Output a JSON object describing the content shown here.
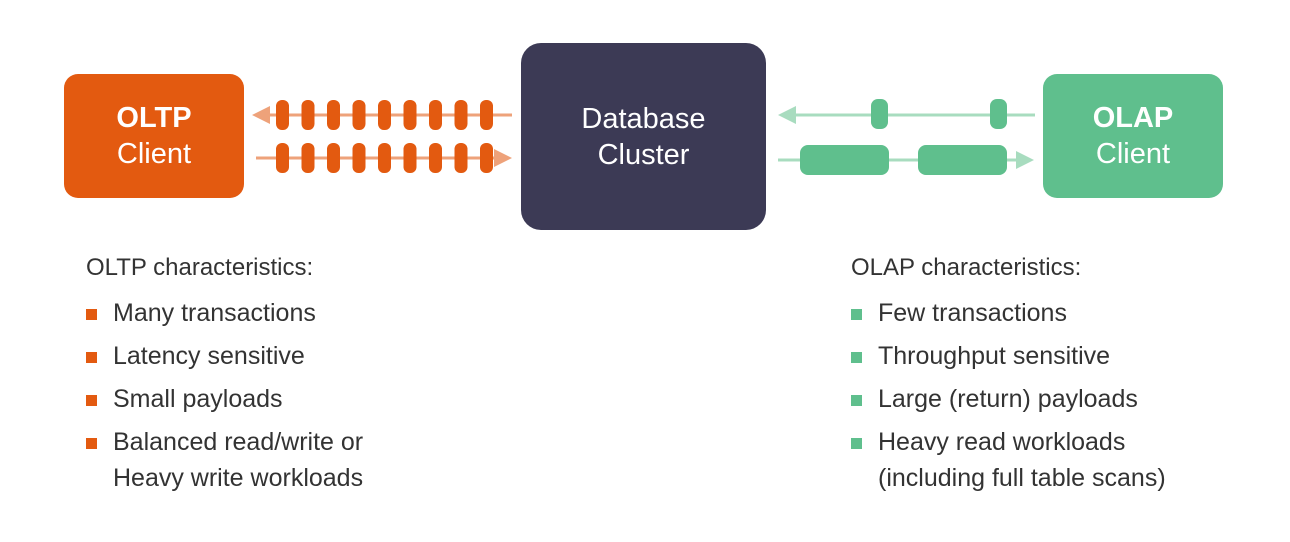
{
  "colors": {
    "oltp": "#e35a10",
    "oltp_light": "#eea27a",
    "database": "#3c3a55",
    "olap": "#5fbf8d",
    "olap_light": "#a8dcbf"
  },
  "oltp_client": {
    "label_bold": "OLTP",
    "label": "Client"
  },
  "database_cluster": {
    "line1": "Database",
    "line2": "Cluster"
  },
  "olap_client": {
    "label_bold": "OLAP",
    "label": "Client"
  },
  "oltp_characteristics": {
    "heading": "OLTP characteristics:",
    "items": [
      {
        "line1": "Many transactions",
        "line2": ""
      },
      {
        "line1": "Latency sensitive",
        "line2": ""
      },
      {
        "line1": "Small payloads",
        "line2": ""
      },
      {
        "line1": "Balanced read/write or",
        "line2": "Heavy write workloads"
      }
    ]
  },
  "olap_characteristics": {
    "heading": "OLAP characteristics:",
    "items": [
      {
        "line1": "Few transactions",
        "line2": ""
      },
      {
        "line1": "Throughput sensitive",
        "line2": ""
      },
      {
        "line1": "Large (return) payloads",
        "line2": ""
      },
      {
        "line1": "Heavy read workloads",
        "line2": "(including full table scans)"
      }
    ]
  }
}
